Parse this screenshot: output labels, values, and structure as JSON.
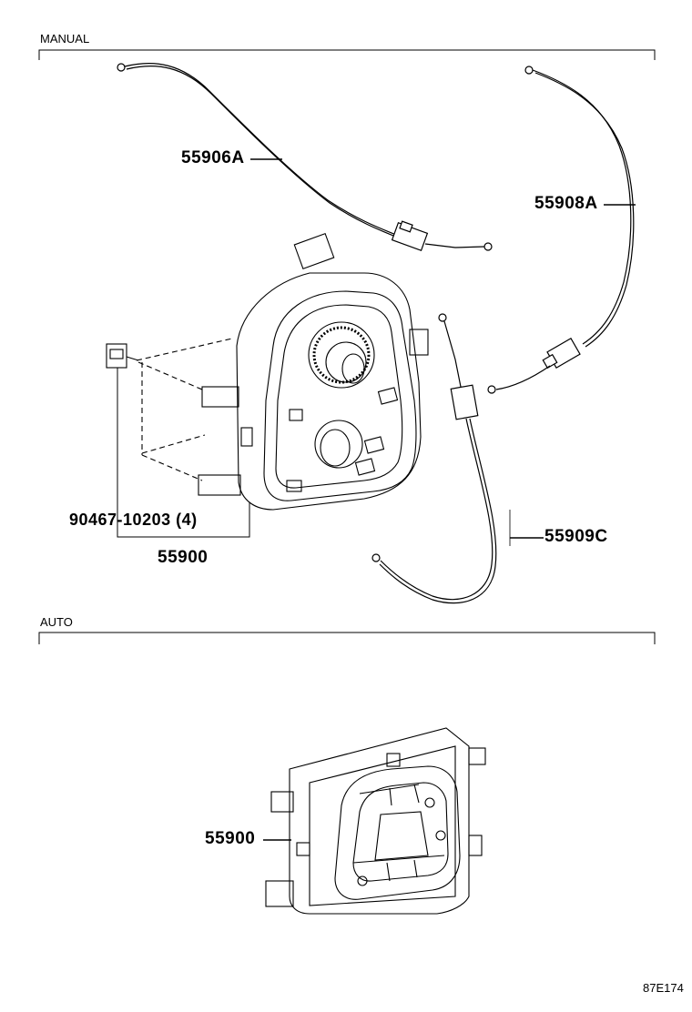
{
  "sections": {
    "manual": {
      "label": "MANUAL"
    },
    "auto": {
      "label": "AUTO"
    }
  },
  "parts": {
    "cable_55906a": "55906A",
    "cable_55908a": "55908A",
    "cable_55909c": "55909C",
    "manual_control_55900": "55900",
    "clip_90467": "90467-10203 (4)",
    "auto_control_55900": "55900"
  },
  "illustration_code": "87E174"
}
